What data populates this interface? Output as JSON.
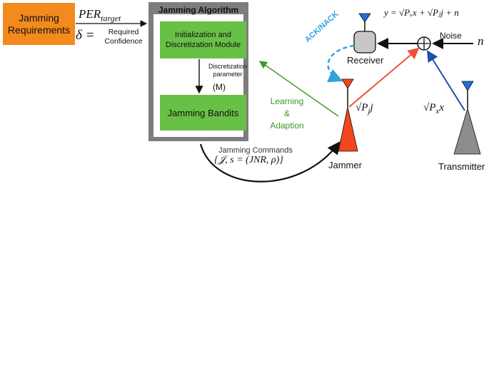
{
  "requirements_box": {
    "label_line1": "Jamming",
    "label_line2": "Requirements"
  },
  "per_target": "PER",
  "per_target_sub": "target",
  "delta": "δ =",
  "required_confidence": {
    "line1": "Required",
    "line2": "Confidence"
  },
  "algorithm": {
    "title": "Jamming Algorithm",
    "init_module": {
      "line1": "Initialization and",
      "line2": "Discretization Module"
    },
    "discretization": {
      "line1": "Discretization",
      "line2": "parameter"
    },
    "m_param": "(M)",
    "bandits": "Jamming Bandits"
  },
  "learning": {
    "line1": "Learning",
    "line2": "&",
    "line3": "Adaption"
  },
  "commands": {
    "label": "Jamming Commands",
    "set": "{𝒥, s = (JNR, ρ)}"
  },
  "jammer": {
    "label": "Jammer",
    "signal": "√P",
    "signal_sub": "j",
    "signal_var": "j"
  },
  "transmitter": {
    "label": "Transmitter",
    "signal": "√P",
    "signal_sub": "x",
    "signal_var": "x"
  },
  "receiver": {
    "label": "Receiver",
    "equation": "y = √Pₓx + √Pⱼj + n"
  },
  "noise": {
    "label": "Noise",
    "symbol": "n"
  },
  "ack": "ACK/NACK",
  "colors": {
    "orange": "#f28a1e",
    "green": "#69c046",
    "gray_frame": "#7d7d7d",
    "jammer_red": "#f2461d",
    "tx_gray": "#8c8c8c",
    "antenna_blue": "#1f6fd6",
    "ack_blue": "#2da3e0",
    "tx_arrow": "#1f4fa8",
    "jam_arrow": "#e9533a"
  }
}
